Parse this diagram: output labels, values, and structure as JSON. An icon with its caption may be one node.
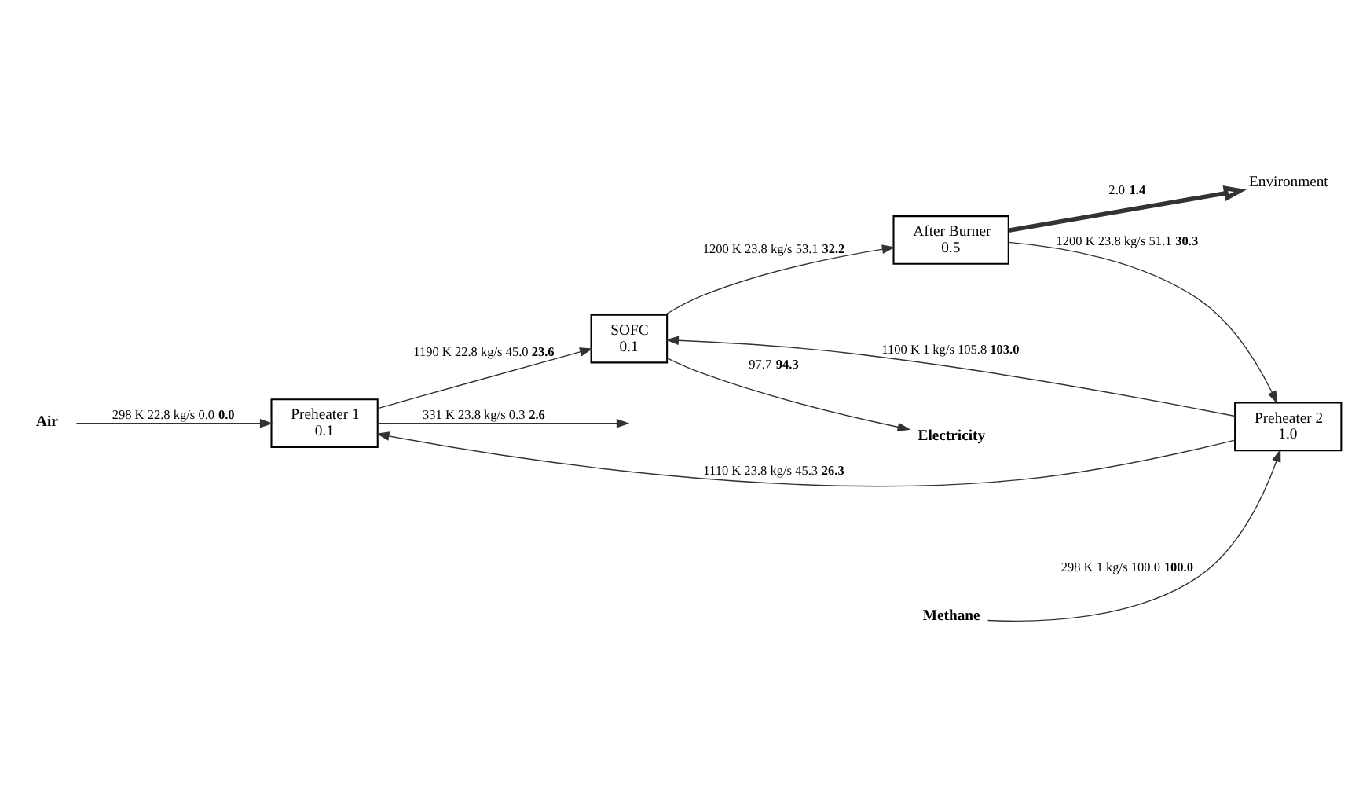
{
  "diagram": {
    "nodes": [
      {
        "text": [
          "Air"
        ]
      },
      {
        "text": [
          "Preheater 1",
          "0.1"
        ]
      },
      {
        "text": [
          "Methane"
        ]
      },
      {
        "text": [
          "Preheater 2",
          "1.0"
        ]
      },
      {
        "text": [
          "SOFC",
          "0.1"
        ]
      },
      {
        "text": [
          "Electricity"
        ]
      },
      {
        "text": [
          "After Burner",
          "0.5"
        ]
      },
      {
        "text": [
          "Environment"
        ]
      }
    ],
    "edges": [
      {
        "from": 0,
        "to": 1,
        "arrow": "to",
        "label": "298 K 22.8 kg/s 0.0 **0.0**"
      },
      {
        "from": 1,
        "to": null,
        "arrow": "to",
        "label": "331 K 23.8 kg/s 0.3 **2.6**"
      },
      {
        "from": 3,
        "to": 1,
        "arrow": "to",
        "label": "1110 K 23.8 kg/s 45.3 **26.3**"
      },
      {
        "from": 2,
        "to": 3,
        "arrow": "to",
        "label": "298 K 1 kg/s 100.0 **100.0**"
      },
      {
        "from": 1,
        "to": 4,
        "arrow": "to",
        "label": "1190 K 22.8 kg/s 45.0 **23.6**"
      },
      {
        "from": 3,
        "to": 4,
        "arrow": "to",
        "label": "1100 K 1 kg/s 105.8 **103.0**"
      },
      {
        "from": 4,
        "to": 5,
        "arrow": "to",
        "label": "97.7 **94.3**"
      },
      {
        "from": 4,
        "to": 6,
        "arrow": "to",
        "label": "1200 K 23.8 kg/s 53.1 **32.2**"
      },
      {
        "from": 6,
        "to": 3,
        "arrow": "to",
        "label": "1200 K 23.8 kg/s 51.1 **30.3**"
      },
      {
        "from": 6,
        "to": 7,
        "arrow": "to",
        "label": "2.0 **1.4**",
        "style": "thick"
      }
    ]
  }
}
